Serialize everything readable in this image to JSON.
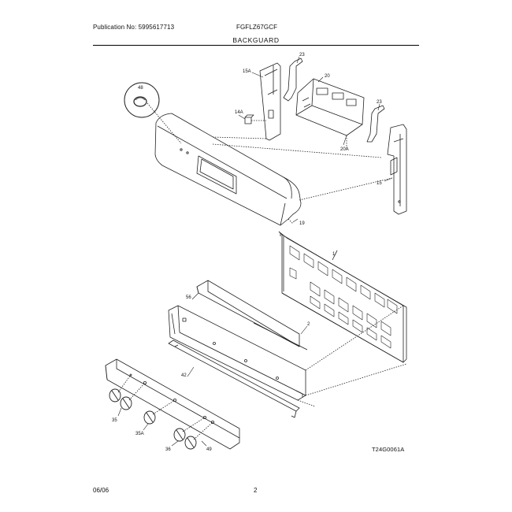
{
  "header": {
    "publication": "Publication No: 5995617713",
    "model": "FGFLZ67GCF",
    "section_title": "BACKGUARD"
  },
  "figure_code": "T24G0061A",
  "footer": {
    "date": "06/06",
    "page": "2"
  },
  "callouts": {
    "c48": "48",
    "c15a": "15A",
    "c23a": "23",
    "c20": "20",
    "c14a": "14A",
    "c23b": "23",
    "c20a": "20A",
    "c15": "15",
    "c19": "19",
    "c1": "1",
    "c56": "56",
    "c2": "2",
    "c42": "42",
    "c35": "35",
    "c35a": "35A",
    "c36": "36",
    "c49": "49"
  }
}
